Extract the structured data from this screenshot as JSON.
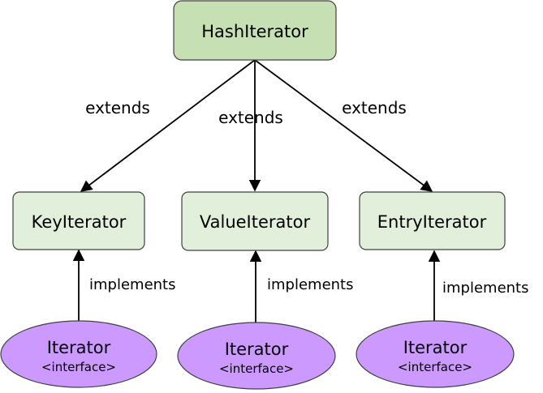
{
  "diagram": {
    "root": {
      "label": "HashIterator"
    },
    "classes": [
      {
        "label": "KeyIterator"
      },
      {
        "label": "ValueIterator"
      },
      {
        "label": "EntryIterator"
      }
    ],
    "interfaces": [
      {
        "label": "Iterator",
        "stereotype": "<interface>"
      },
      {
        "label": "Iterator",
        "stereotype": "<interface>"
      },
      {
        "label": "Iterator",
        "stereotype": "<interface>"
      }
    ],
    "edges": {
      "extends_labels": [
        "extends",
        "extends",
        "extends"
      ],
      "implements_labels": [
        "implements",
        "implements",
        "implements"
      ]
    },
    "colors": {
      "root_fill": "#c6e0b4",
      "class_fill": "#e2efda",
      "interface_fill": "#cc99ff",
      "stroke": "#000000",
      "box_border": "#404040"
    }
  }
}
